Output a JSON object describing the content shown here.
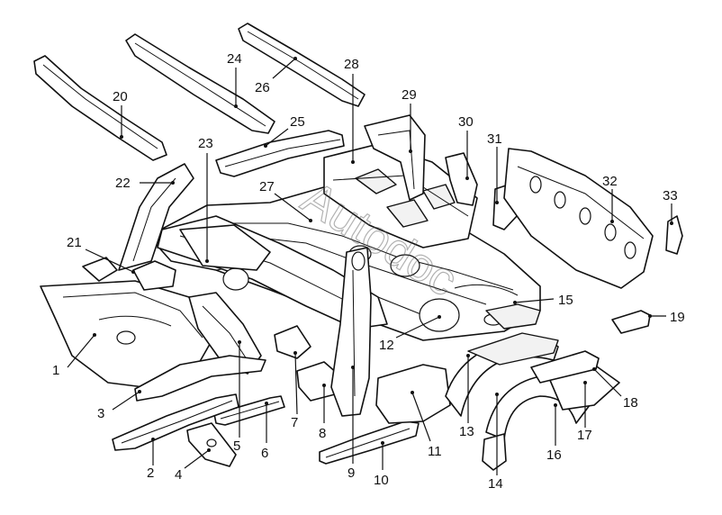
{
  "callouts": [
    {
      "n": "1",
      "text": "1"
    },
    {
      "n": "2",
      "text": "2"
    },
    {
      "n": "3",
      "text": "3"
    },
    {
      "n": "4",
      "text": "4"
    },
    {
      "n": "5",
      "text": "5"
    },
    {
      "n": "6",
      "text": "6"
    },
    {
      "n": "7",
      "text": "7"
    },
    {
      "n": "8",
      "text": "8"
    },
    {
      "n": "9",
      "text": "9"
    },
    {
      "n": "10",
      "text": "10"
    },
    {
      "n": "11",
      "text": "11"
    },
    {
      "n": "12",
      "text": "12"
    },
    {
      "n": "13",
      "text": "13"
    },
    {
      "n": "14",
      "text": "14"
    },
    {
      "n": "15",
      "text": "15"
    },
    {
      "n": "16",
      "text": "16"
    },
    {
      "n": "17",
      "text": "17"
    },
    {
      "n": "18",
      "text": "18"
    },
    {
      "n": "19",
      "text": "19"
    },
    {
      "n": "20",
      "text": "20"
    },
    {
      "n": "21",
      "text": "21"
    },
    {
      "n": "22",
      "text": "22"
    },
    {
      "n": "23",
      "text": "23"
    },
    {
      "n": "24",
      "text": "24"
    },
    {
      "n": "25",
      "text": "25"
    },
    {
      "n": "26",
      "text": "26"
    },
    {
      "n": "27",
      "text": "27"
    },
    {
      "n": "28",
      "text": "28"
    },
    {
      "n": "29",
      "text": "29"
    },
    {
      "n": "30",
      "text": "30"
    },
    {
      "n": "31",
      "text": "31"
    },
    {
      "n": "32",
      "text": "32"
    },
    {
      "n": "33",
      "text": "33"
    }
  ],
  "watermark": "Autodoc"
}
